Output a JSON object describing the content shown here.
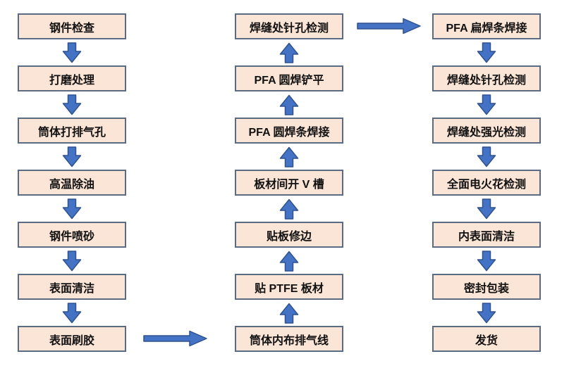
{
  "colors": {
    "box_fill": "#FBE5D6",
    "box_border": "#5B6B84",
    "arrow_fill": "#4472C4",
    "arrow_border": "#2F528F",
    "text_color": "#111111",
    "bg": "#FFFFFF"
  },
  "diagram_type": "process-flowchart",
  "columns": [
    {
      "direction": "down",
      "steps": [
        "钢件检查",
        "打磨处理",
        "筒体打排气孔",
        "高温除油",
        "钢件喷砂",
        "表面清洁",
        "表面刷胶"
      ]
    },
    {
      "direction": "up",
      "steps": [
        "焊缝处针孔检测",
        "PFA 圆焊铲平",
        "PFA 圆焊条焊接",
        "板材间开 V 槽",
        "贴板修边",
        "贴 PTFE 板材",
        "筒体内布排气线"
      ]
    },
    {
      "direction": "down",
      "steps": [
        "PFA 扁焊条焊接",
        "焊缝处针孔检测",
        "焊缝处强光检测",
        "全面电火花检测",
        "内表面清洁",
        "密封包装",
        "发货"
      ]
    }
  ],
  "connectors": [
    {
      "type": "right-arrow",
      "from": "表面刷胶",
      "to": "筒体内布排气线",
      "position": "bottom"
    },
    {
      "type": "right-arrow",
      "from": "焊缝处针孔检测",
      "to": "PFA 扁焊条焊接",
      "position": "top"
    }
  ]
}
